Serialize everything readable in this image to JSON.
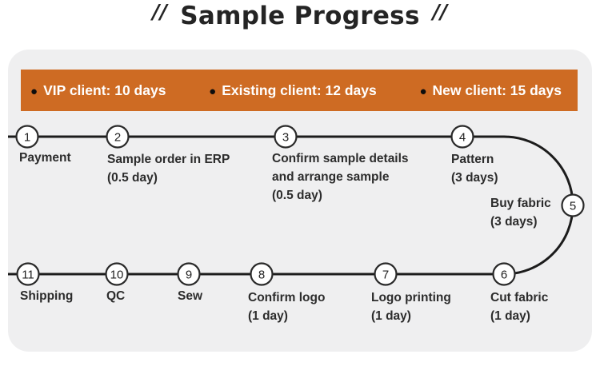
{
  "page": {
    "title": "Sample Progress",
    "quote_open": "//",
    "quote_close": "//"
  },
  "banner": {
    "bullet": "●",
    "items": [
      {
        "label": "VIP client: 10 days"
      },
      {
        "label": "Existing client: 12 days"
      },
      {
        "label": "New client: 15 days"
      }
    ]
  },
  "steps": [
    {
      "num": "1",
      "label": "Payment",
      "days": ""
    },
    {
      "num": "2",
      "label": "Sample order in ERP",
      "days": "(0.5 day)"
    },
    {
      "num": "3",
      "label": "Confirm sample details and arrange sample",
      "days": "(0.5 day)"
    },
    {
      "num": "4",
      "label": "Pattern",
      "days": "(3 days)"
    },
    {
      "num": "5",
      "label": "Buy fabric",
      "days": "(3 days)"
    },
    {
      "num": "6",
      "label": "Cut fabric",
      "days": "(1 day)"
    },
    {
      "num": "7",
      "label": "Logo printing",
      "days": "(1 day)"
    },
    {
      "num": "8",
      "label": "Confirm logo",
      "days": "(1 day)"
    },
    {
      "num": "9",
      "label": "Sew",
      "days": ""
    },
    {
      "num": "10",
      "label": "QC",
      "days": ""
    },
    {
      "num": "11",
      "label": "Shipping",
      "days": ""
    }
  ],
  "colors": {
    "card_bg": "#efeff0",
    "banner_bg": "#ce6b23",
    "flow_line": "#1c1c1c",
    "text": "#2c2c2c",
    "banner_text": "#ffffff"
  }
}
